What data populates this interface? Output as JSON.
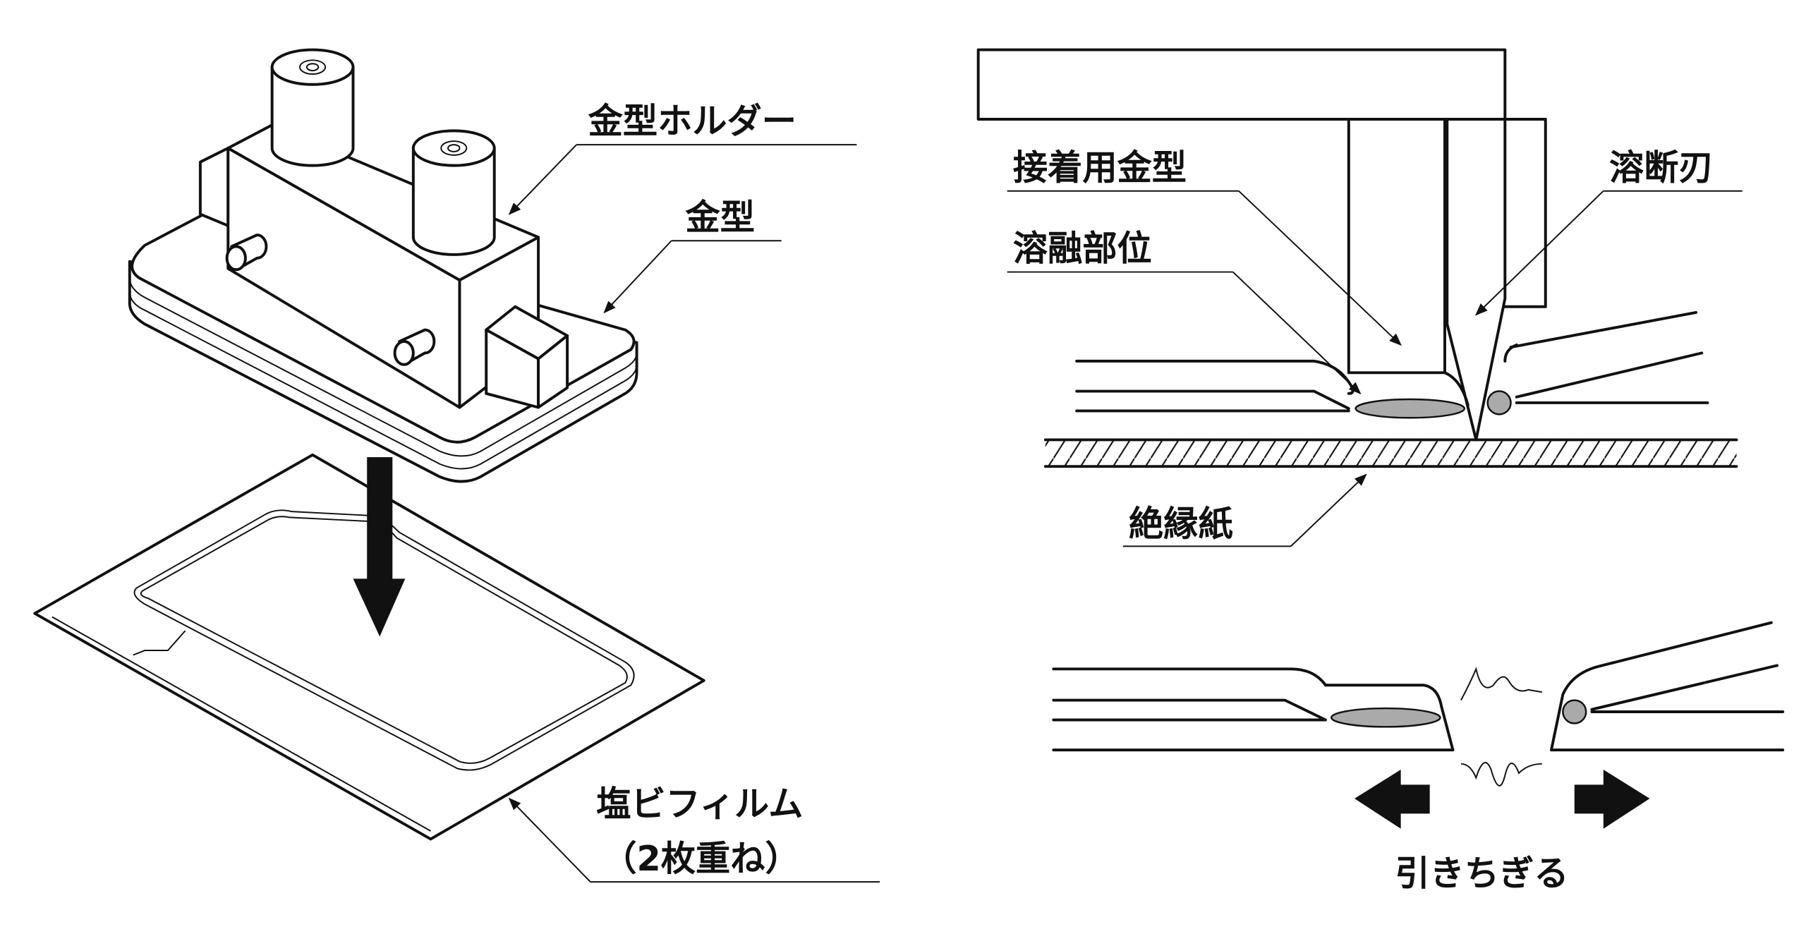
{
  "labels": {
    "mold_holder": "金型ホルダー",
    "mold": "金型",
    "pvc_film": "塩ビフィルム",
    "pvc_film_note": "（2枚重ね）",
    "bonding_mold": "接着用金型",
    "fusing_blade": "溶断刃",
    "melt_area": "溶融部位",
    "insulating_paper": "絶縁紙",
    "tear_apart": "引きちぎる"
  }
}
